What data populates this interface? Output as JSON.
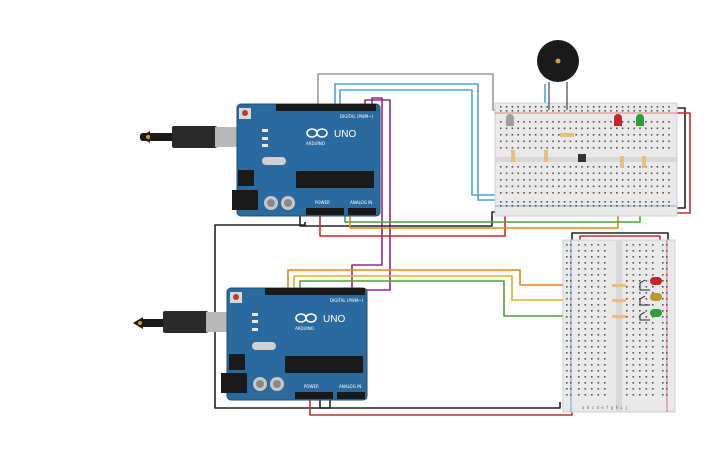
{
  "colors": {
    "board": "#2a6a9e",
    "board_dark": "#1e4f78",
    "breadboard": "#e9e9e9",
    "wire_black": "#222222",
    "wire_gray": "#9a9a9a",
    "wire_blue": "#4ba3d6",
    "wire_purple": "#8a2b8a",
    "wire_orange": "#e8841a",
    "wire_yellow": "#d9b21b",
    "wire_green": "#4aa23b",
    "wire_red": "#cc2a2a",
    "led_red": "#c0272d",
    "led_green": "#2e9e35",
    "led_yellow": "#b89a2a",
    "buzzer": "#1a1a1a"
  },
  "arduino_top": {
    "brand": "ARDUINO",
    "model": "UNO",
    "digital_label": "DIGITAL (PWM~)",
    "power_label": "POWER",
    "analog_label": "ANALOG IN",
    "icons": [
      "usb-plug-icon",
      "infinity-logo-icon"
    ]
  },
  "arduino_bottom": {
    "brand": "ARDUINO",
    "model": "UNO",
    "digital_label": "DIGITAL (PWM~)",
    "power_label": "POWER",
    "analog_label": "ANALOG IN",
    "icons": [
      "usb-plug-icon",
      "infinity-logo-icon"
    ]
  },
  "breadboard_bottom": {
    "column_labels": "a b c d e   f g h i j"
  }
}
